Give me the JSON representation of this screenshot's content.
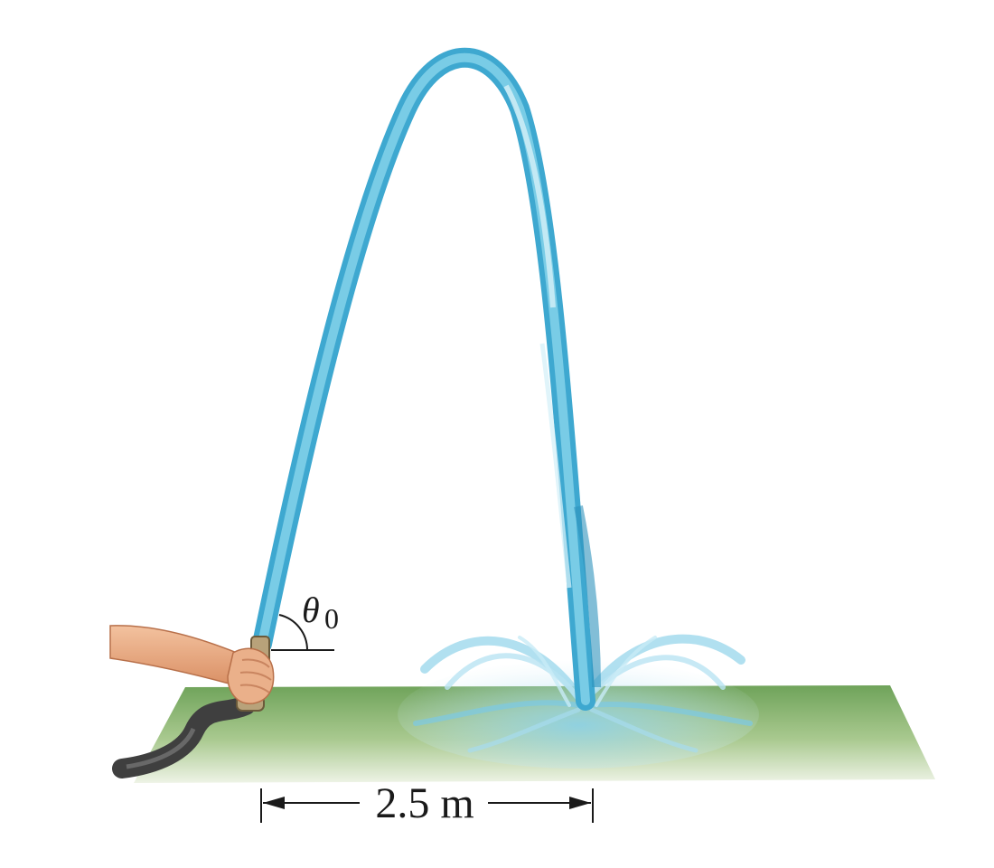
{
  "diagram": {
    "angle_label": "θ",
    "angle_subscript": "0",
    "distance_label": "2.5 m",
    "colors": {
      "background": "#ffffff",
      "ground_top": "#6fa35a",
      "ground_bottom": "#e6eedc",
      "water_main": "#4fb3d6",
      "water_light": "#bfe6f2",
      "water_dark": "#2f93bd",
      "hose": "#4a4a4a",
      "skin": "#e8a57c",
      "nozzle": "#b8a27a",
      "ink": "#1a1a1a"
    }
  }
}
